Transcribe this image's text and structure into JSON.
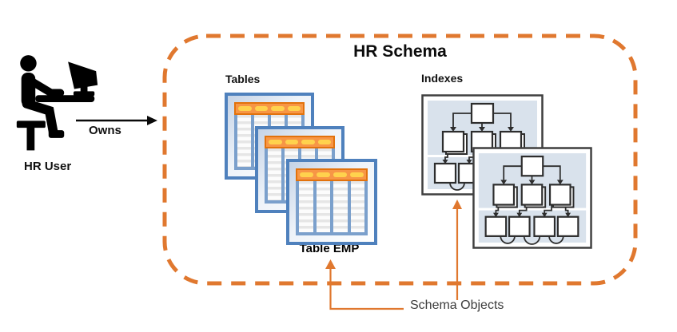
{
  "title": "HR Schema",
  "actor": {
    "label": "HR User",
    "icon": "person-at-computer"
  },
  "relationship": {
    "label": "Owns"
  },
  "tables_group": {
    "label": "Tables",
    "item_count": 3,
    "front_table_label": "Table EMP"
  },
  "indexes_group": {
    "label": "Indexes",
    "item_count": 2,
    "structure": "b-tree: 1 root, 3 branch, 4 leaf nodes"
  },
  "callout": {
    "label": "Schema Objects"
  },
  "colors": {
    "boundary_dash": "#E0782F",
    "table_border": "#4F81BD",
    "table_header": "#F79646",
    "table_header_pill": "#FFD24D",
    "table_divider": "#7BA0CC",
    "index_panel": "#D9E2EC",
    "index_stroke": "#2D2D2D",
    "connector_orange": "#E0782F",
    "arrow_black": "#0A0A0A",
    "callout_text": "#3D3D3D"
  }
}
